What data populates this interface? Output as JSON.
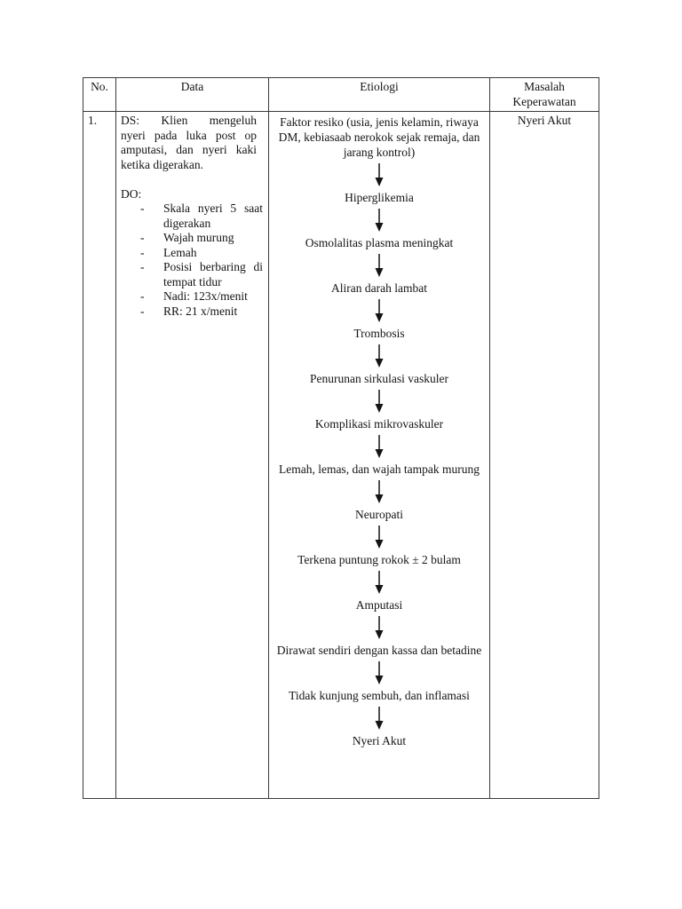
{
  "document": {
    "background": "#ffffff",
    "border_color": "#3a3a3a",
    "text_color": "#141414"
  },
  "table": {
    "headers": {
      "no": "No.",
      "data": "Data",
      "etiologi": "Etiologi",
      "masalah": "Masalah Keperawatan"
    },
    "row1": {
      "no": "1.",
      "data": {
        "ds_lines": [
          "DS: Klien mengeluh",
          "nyeri pada luka post op",
          "amputasi, dan nyeri kaki",
          "ketika digerakan."
        ],
        "do_label": "DO:",
        "bullet": "-",
        "do_items": [
          "Skala nyeri 5 saat digerakan",
          "Wajah murung",
          "Lemah",
          "Posisi berbaring di tempat tidur",
          "Nadi: 123x/menit",
          "RR: 21 x/menit"
        ]
      },
      "etiologi_flow": [
        "Faktor resiko (usia, jenis kelamin, riwaya DM, kebiasaab nerokok sejak remaja, dan jarang kontrol)",
        "Hiperglikemia",
        "Osmolalitas plasma meningkat",
        "Aliran darah lambat",
        "Trombosis",
        "Penurunan sirkulasi vaskuler",
        "Komplikasi mikrovaskuler",
        "Lemah, lemas, dan wajah tampak murung",
        "Neuropati",
        "Terkena puntung rokok ± 2 bulam",
        "Amputasi",
        "Dirawat sendiri dengan kassa dan betadine",
        "Tidak kunjung sembuh, dan inflamasi",
        "Nyeri Akut"
      ],
      "masalah": "Nyeri Akut"
    }
  }
}
